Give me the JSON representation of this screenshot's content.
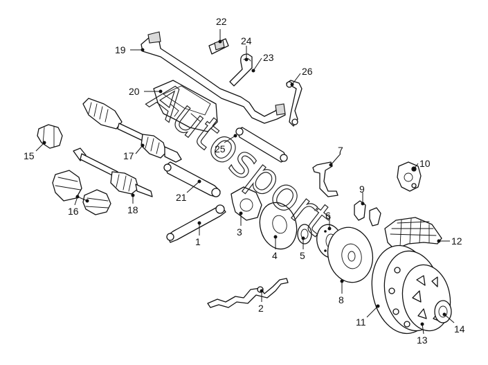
{
  "watermark": "Autosport",
  "callouts": [
    {
      "id": "p1",
      "number": "1"
    },
    {
      "id": "p2",
      "number": "2"
    },
    {
      "id": "p3",
      "number": "3"
    },
    {
      "id": "p4",
      "number": "4"
    },
    {
      "id": "p5",
      "number": "5"
    },
    {
      "id": "p6",
      "number": "6"
    },
    {
      "id": "p7",
      "number": "7"
    },
    {
      "id": "p8",
      "number": "8"
    },
    {
      "id": "p9",
      "number": "9"
    },
    {
      "id": "p10",
      "number": "10"
    },
    {
      "id": "p11",
      "number": "11"
    },
    {
      "id": "p12",
      "number": "12"
    },
    {
      "id": "p13",
      "number": "13"
    },
    {
      "id": "p14",
      "number": "14"
    },
    {
      "id": "p15",
      "number": "15"
    },
    {
      "id": "p16",
      "number": "16"
    },
    {
      "id": "p17",
      "number": "17"
    },
    {
      "id": "p18",
      "number": "18"
    },
    {
      "id": "p19",
      "number": "19"
    },
    {
      "id": "p20",
      "number": "20"
    },
    {
      "id": "p21",
      "number": "21"
    },
    {
      "id": "p22",
      "number": "22"
    },
    {
      "id": "p23",
      "number": "23"
    },
    {
      "id": "p24",
      "number": "24"
    },
    {
      "id": "p25",
      "number": "25"
    },
    {
      "id": "p26",
      "number": "26"
    }
  ]
}
